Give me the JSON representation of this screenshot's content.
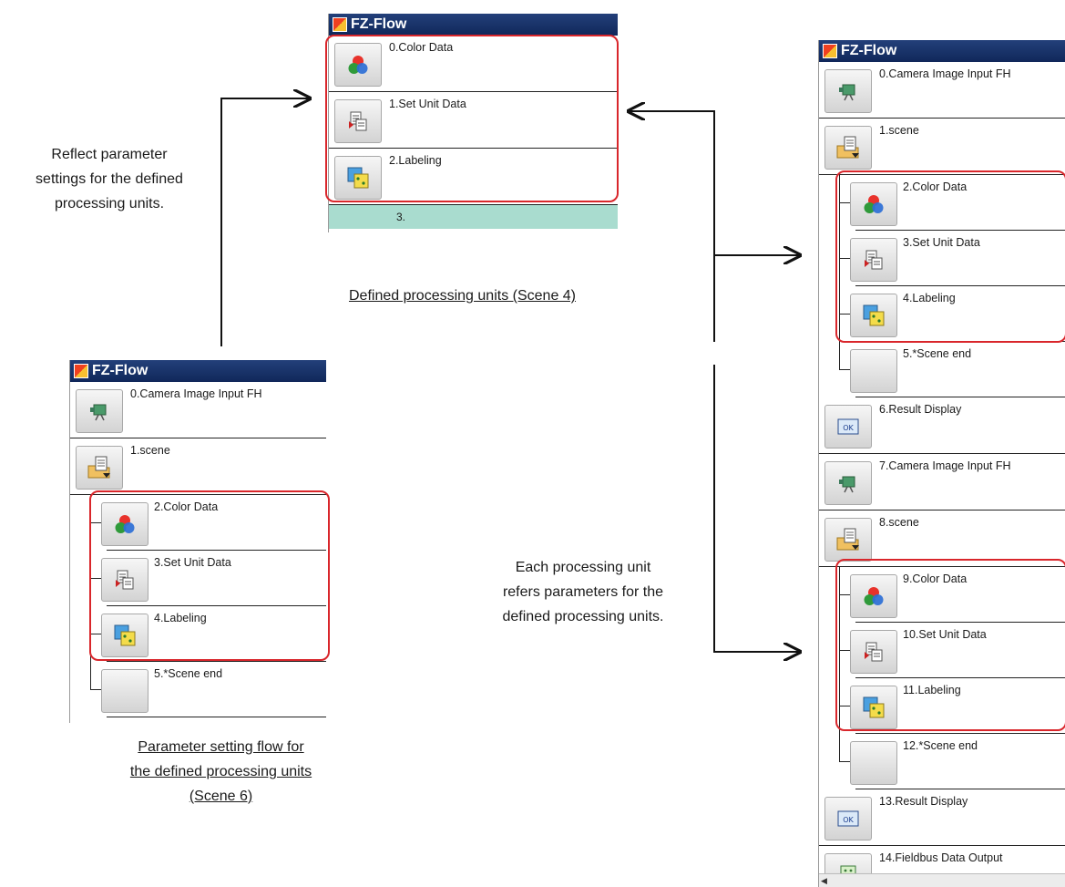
{
  "window_title": "FZ-Flow",
  "scene4": {
    "units": [
      {
        "label": "0.Color Data",
        "icon": "color-data-icon"
      },
      {
        "label": "1.Set Unit Data",
        "icon": "set-unit-data-icon"
      },
      {
        "label": "2.Labeling",
        "icon": "labeling-icon"
      }
    ],
    "empty_row": "3.",
    "caption": "Defined processing units (Scene 4)"
  },
  "scene6": {
    "units": [
      {
        "label": "0.Camera Image Input FH",
        "icon": "camera-icon"
      },
      {
        "label": "1.scene",
        "icon": "scene-folder-icon"
      },
      {
        "label": "2.Color Data",
        "icon": "color-data-icon"
      },
      {
        "label": "3.Set Unit Data",
        "icon": "set-unit-data-icon"
      },
      {
        "label": "4.Labeling",
        "icon": "labeling-icon"
      },
      {
        "label": "5.*Scene end",
        "icon": "blank-icon"
      }
    ],
    "caption_lines": [
      "Parameter setting flow for ",
      "the defined processing units ",
      "(Scene 6)"
    ]
  },
  "right_flow": {
    "units": [
      {
        "label": "0.Camera Image Input FH",
        "icon": "camera-icon"
      },
      {
        "label": "1.scene",
        "icon": "scene-folder-icon"
      },
      {
        "label": "2.Color Data",
        "icon": "color-data-icon"
      },
      {
        "label": "3.Set Unit Data",
        "icon": "set-unit-data-icon"
      },
      {
        "label": "4.Labeling",
        "icon": "labeling-icon"
      },
      {
        "label": "5.*Scene end",
        "icon": "blank-icon"
      },
      {
        "label": "6.Result Display",
        "icon": "ok-display-icon"
      },
      {
        "label": "7.Camera Image Input FH",
        "icon": "camera-icon"
      },
      {
        "label": "8.scene",
        "icon": "scene-folder-icon"
      },
      {
        "label": "9.Color Data",
        "icon": "color-data-icon"
      },
      {
        "label": "10.Set Unit Data",
        "icon": "set-unit-data-icon"
      },
      {
        "label": "11.Labeling",
        "icon": "labeling-icon"
      },
      {
        "label": "12.*Scene end",
        "icon": "blank-icon"
      },
      {
        "label": "13.Result Display",
        "icon": "ok-display-icon"
      },
      {
        "label": "14.Fieldbus Data Output",
        "icon": "fieldbus-icon"
      }
    ]
  },
  "notes": {
    "reflect_lines": [
      "Reflect parameter",
      "settings for the defined",
      "processing units."
    ],
    "refer_lines": [
      "Each processing unit",
      "refers parameters for the",
      "defined processing units."
    ]
  },
  "colors": {
    "highlight_red": "#d9262b",
    "title_bar_blue": "#1a3268",
    "empty_row_teal": "#a9dccf"
  }
}
